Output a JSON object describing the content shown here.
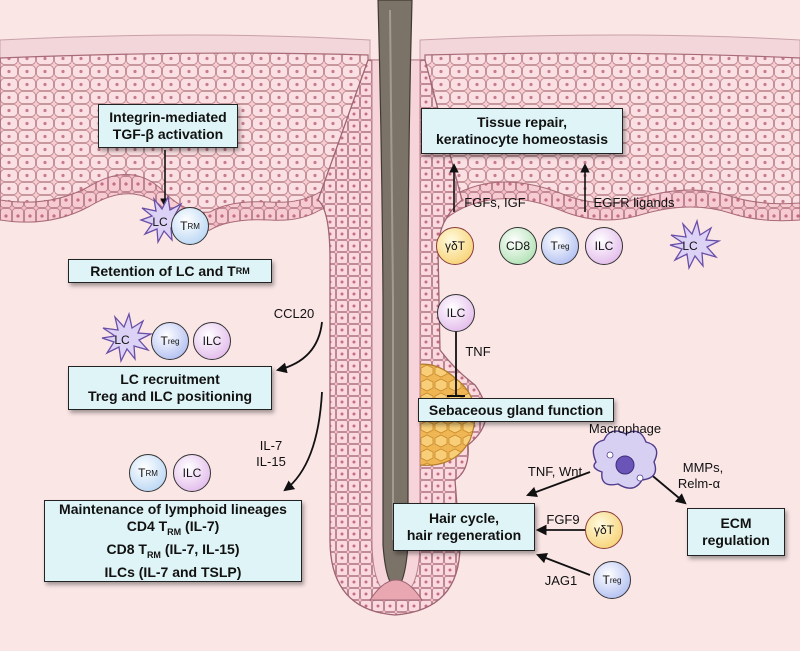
{
  "boxes": {
    "integrin_line1": "Integrin-mediated",
    "integrin_line2": "TGF-β activation",
    "retention_main": "Retention of LC and T",
    "retention_sub": "RM",
    "recruit_line1": "LC recruitment",
    "recruit_line2": "Treg and ILC positioning",
    "maint_line1": "Maintenance of lymphoid lineages",
    "maint_line2_a": "CD4 T",
    "maint_line2_sub": "RM",
    "maint_line2_b": " (IL-7)",
    "maint_line3_a": "CD8 T",
    "maint_line3_sub": "RM",
    "maint_line3_b": " (IL-7, IL-15)",
    "maint_line4": "ILCs (IL-7 and TSLP)",
    "repair_line1": "Tissue repair,",
    "repair_line2": "keratinocyte homeostasis",
    "sebaceous": "Sebaceous gland function",
    "hair_line1": "Hair cycle,",
    "hair_line2": "hair regeneration",
    "ecm_line1": "ECM",
    "ecm_line2": "regulation"
  },
  "labels": {
    "ccl20": "CCL20",
    "il7": "IL-7",
    "il15": "IL-15",
    "fgfs": "FGFs, IGF",
    "egfr": "EGFR ligands",
    "tnf_sg": "TNF",
    "macrophage": "Macrophage",
    "tnf_wnt": "TNF, Wnt",
    "mmps": "MMPs,",
    "relm": "Relm-α",
    "fgf9": "FGF9",
    "jag1": "JAG1"
  },
  "cells": {
    "lc": "LC",
    "t": "T",
    "rm": "RM",
    "reg": "reg",
    "ilc": "ILC",
    "gdt": "γδT",
    "cd8": "CD8"
  },
  "colors": {
    "background_dermis": "#fbe6e6",
    "epidermis": "#f6c6cc",
    "info_box": "#dff4f6",
    "lc_cell": "#dcd2f5",
    "trm_cell": "#cfe6fa",
    "treg_cell": "#cfd7f5",
    "ilc_cell": "#f1d2f1",
    "gdt_cell": "#fde9a8",
    "cd8_cell": "#c9eecb",
    "sebaceous": "#f6c66a",
    "hair_shaft": "#7b7368"
  }
}
